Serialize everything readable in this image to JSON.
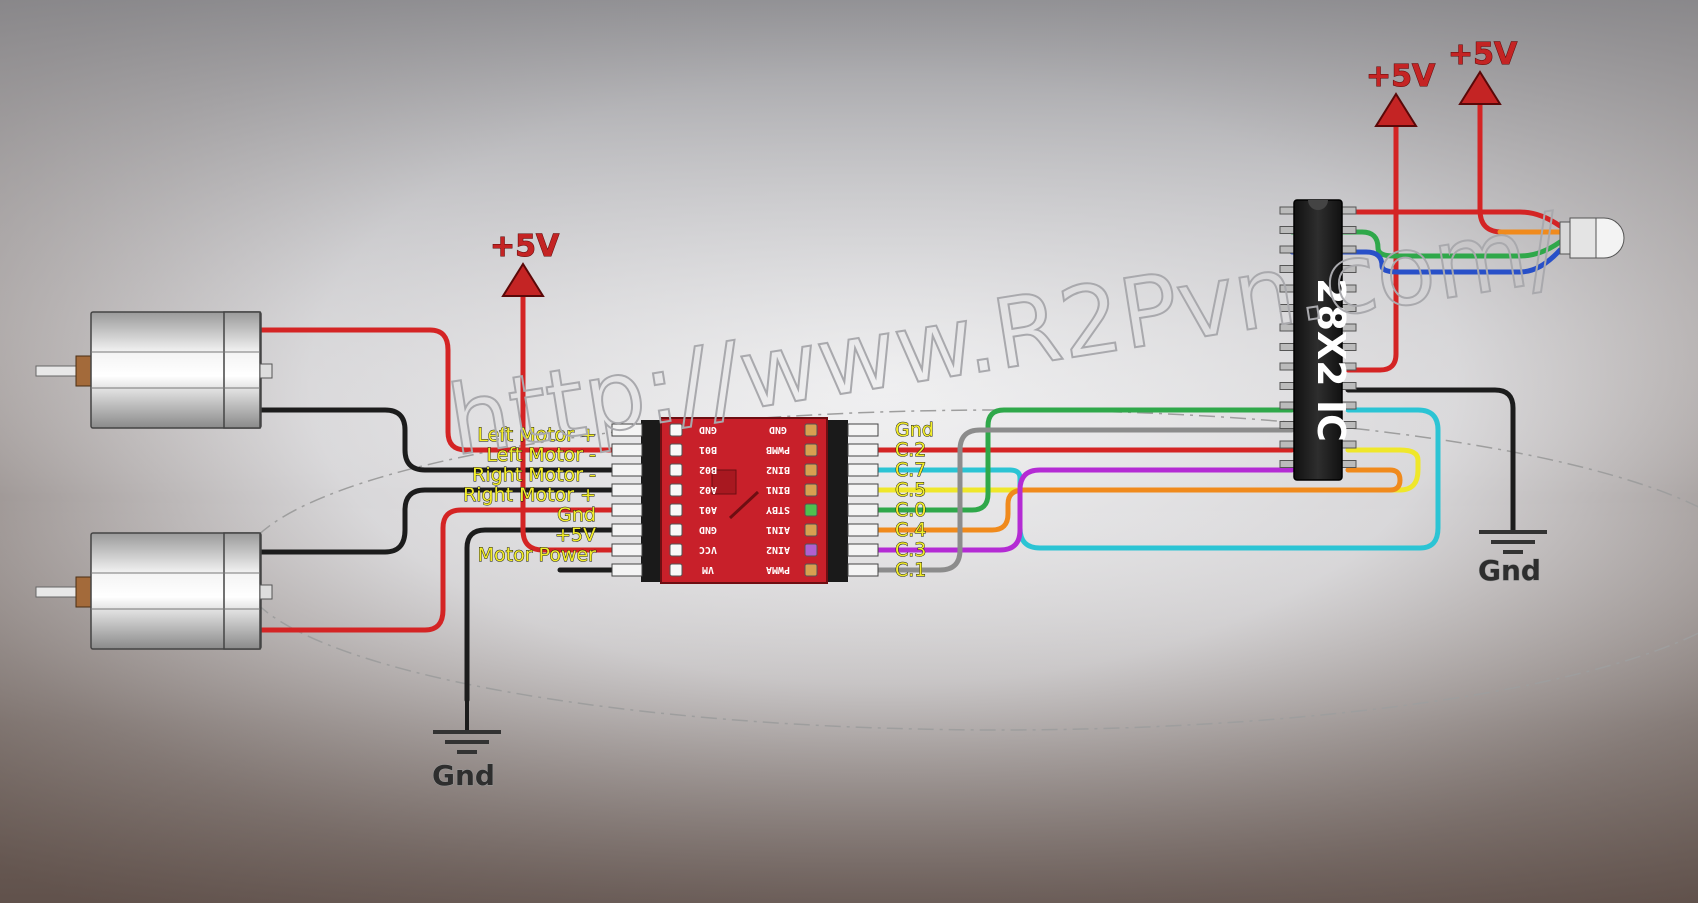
{
  "title_watermark": "http://www.R2Pvn.com/",
  "power_labels": {
    "plus5_left": "+5V",
    "plus5_mid": "+5V",
    "plus5_right": "+5V"
  },
  "ground_labels": {
    "gnd_left": "Gnd",
    "gnd_right": "Gnd"
  },
  "driver_left_labels": [
    "Left Motor +",
    "Left Motor -",
    "Right Motor -",
    "Right Motor +",
    "Gnd",
    "+5V",
    "Motor Power"
  ],
  "driver_right_labels": [
    "Gnd",
    "C.2",
    "C.7",
    "C.5",
    "C.0",
    "C.4",
    "C.3",
    "C.1"
  ],
  "pcb_left_pins": [
    "GND",
    "B01",
    "B02",
    "A02",
    "A01",
    "GND",
    "VCC",
    "VM"
  ],
  "pcb_right_pins": [
    "GND",
    "PWMB",
    "BIN2",
    "BIN1",
    "STBY",
    "AIN1",
    "AIN2",
    "PWMA"
  ],
  "chip_label": "28X2 IC",
  "colors": {
    "wire_red": "#d42424",
    "wire_black": "#1c1c1c",
    "wire_green": "#2fa84a",
    "wire_cyan": "#2bc4d4",
    "wire_yellow": "#efe72a",
    "wire_orange": "#f08a1c",
    "wire_magenta": "#b42bd4",
    "wire_gray": "#8c8c8c",
    "wire_blue": "#2850c8",
    "pcb_red": "#c8202a",
    "label_yellow": "#f3ee2a"
  },
  "icons": [
    "dc-motor-icon",
    "arrow-up-icon",
    "ground-symbol-icon",
    "ic-chip-icon",
    "ir-sensor-icon"
  ]
}
